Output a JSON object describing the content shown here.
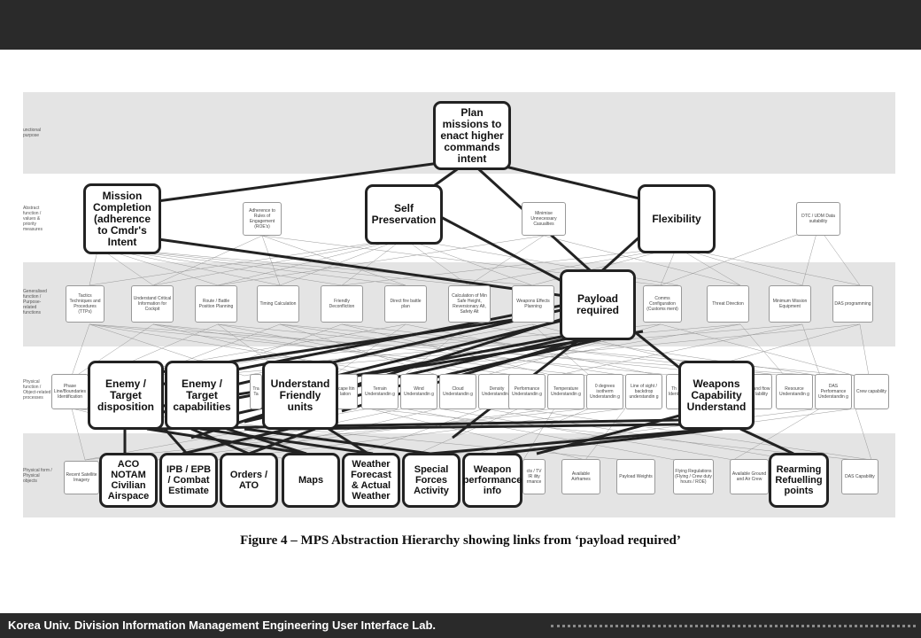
{
  "footer": {
    "text": "Korea Univ. Division Information Management Engineering User Interface Lab."
  },
  "figure": {
    "caption": "Figure 4 – MPS Abstraction Hierarchy showing links from ‘payload required’",
    "row_labels": {
      "r1": "unctional purpose",
      "r2": "Abstract function / values & priority measures",
      "r3": "Generalised function / Purpose-related functions",
      "r4": "Physical function / Object-related processes",
      "r5": "Physical form / Physical objects"
    },
    "purpose": {
      "plan": "Plan missions to enact higher commands intent"
    },
    "abstract": {
      "mission": "Mission Completion (adherence to Cmdr's Intent",
      "self": "Self Preservation",
      "flex": "Flexibility",
      "s1": "Adherence to Rules of Engagement (ROE's)",
      "s2": "Minimise Unnecessary Casualties",
      "s3": "DTC / UDM Data suitability"
    },
    "generalised": {
      "payload": "Payload required",
      "s1": "Tactics Techniques and Procedures (TTPs)",
      "s2": "Understand Critical Information for Cockpit",
      "s3": "Route / Battle Position Planning",
      "s4": "Timing Calculation",
      "s5": "Friendly Deconfliction",
      "s6": "Direct fire battle plan",
      "s7": "Calculation of Min Safe Height, Reversionary Alt, Safety Alt",
      "s8": "Weapons Effects Planning",
      "s9": "Comms Configuration (Customs ment)",
      "s10": "Threat Direction",
      "s11": "Minimum Mission Equipment",
      "s12": "DAS programming"
    },
    "process": {
      "enemy_disp": "Enemy / Target disposition",
      "enemy_cap": "Enemy / Target capabilities",
      "friendly": "Understand Friendly units",
      "weapons": "Weapons Capability Understand",
      "s1": "Phase Line/Boundaries Identification",
      "s2": "Tra Ta",
      "s3": "scape ltin lation",
      "s4": "Terrain Understandin g",
      "s5": "Wind Understandin g",
      "s6": "Cloud Understandin g",
      "s7": "Density Understandin g",
      "s8": "Performance Understandin g",
      "s9": "Temperature Understandin g",
      "s10": "0 degrees isotherm Understandin g",
      "s11": "Line of sight / backdrop understandin g",
      "s12": "Th Identi",
      "s13": "and ftow lability",
      "s14": "Resource Understandin g",
      "s15": "DAS Performance Understandin g",
      "s16": "Crew capability"
    },
    "objects": {
      "aco": "ACO NOTAM Civilian Airspace",
      "ipb": "IPB / EPB / Combat Estimate",
      "orders": "Orders / ATO",
      "maps": "Maps",
      "weather": "Weather Forecast & Actual Weather",
      "sf": "Special Forces Activity",
      "weapon_perf": "Weapon performance info",
      "rearm": "Rearming Refuelling points",
      "s1": "Recent Satellite Imagery",
      "s2": "cts / TV IR ility rmance",
      "s3": "Available Airframes",
      "s4": "Payload Weights",
      "s5": "Flying Regulations (Flying / Crew duty hours / ROE)",
      "s6": "Available Ground and Air Crew",
      "s7": "DAS Capability"
    }
  }
}
